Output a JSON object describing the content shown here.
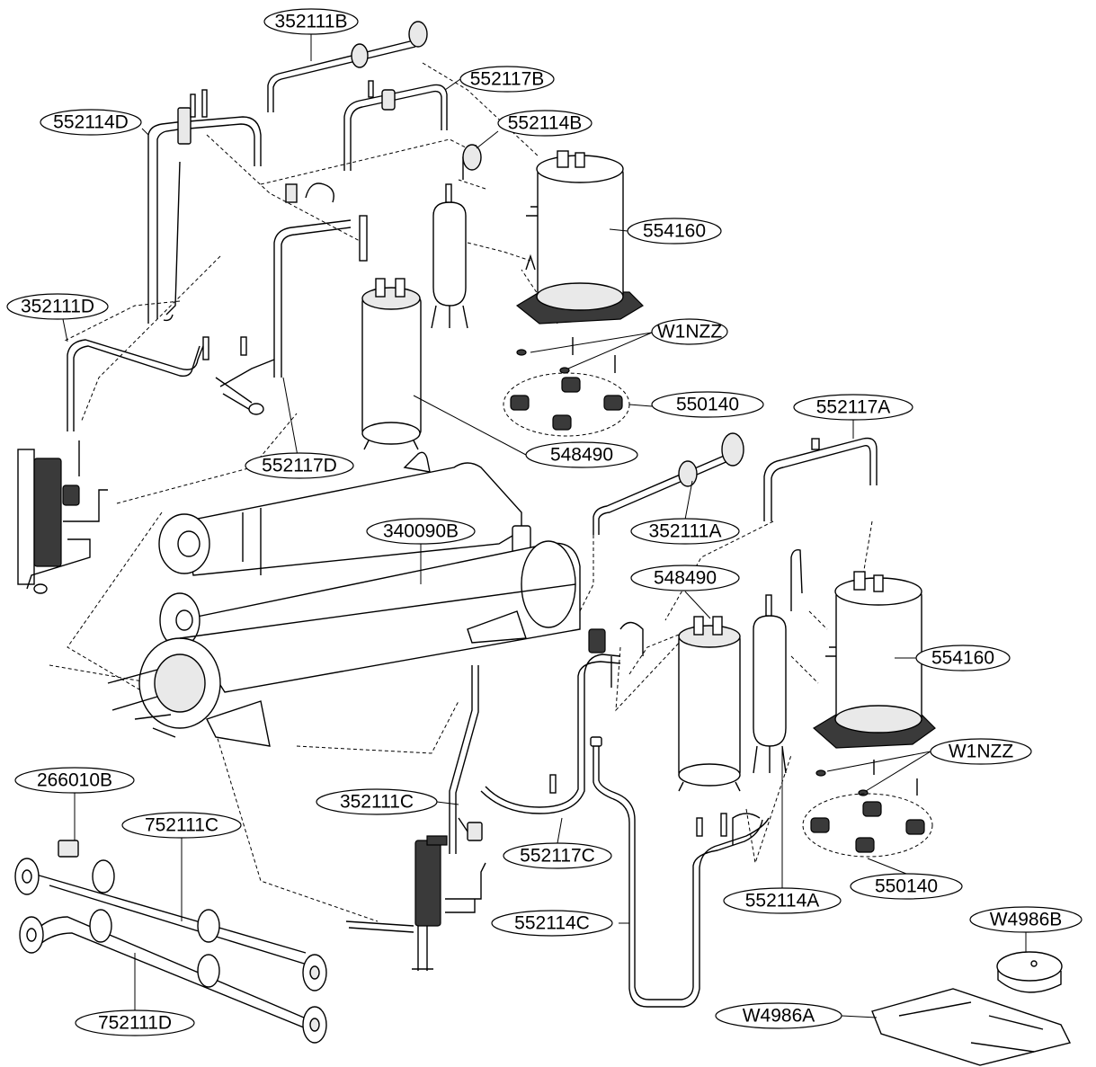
{
  "callouts": [
    {
      "id": "352111B",
      "text": "352111B"
    },
    {
      "id": "552117B",
      "text": "552117B"
    },
    {
      "id": "552114D",
      "text": "552114D"
    },
    {
      "id": "552114B",
      "text": "552114B"
    },
    {
      "id": "554160-top",
      "text": "554160"
    },
    {
      "id": "352111D",
      "text": "352111D"
    },
    {
      "id": "W1NZZ-top",
      "text": "W1NZZ"
    },
    {
      "id": "550140-top",
      "text": "550140"
    },
    {
      "id": "552117A",
      "text": "552117A"
    },
    {
      "id": "548490-top",
      "text": "548490"
    },
    {
      "id": "552117D",
      "text": "552117D"
    },
    {
      "id": "352111A",
      "text": "352111A"
    },
    {
      "id": "340090B",
      "text": "340090B"
    },
    {
      "id": "548490-bottom",
      "text": "548490"
    },
    {
      "id": "554160-bottom",
      "text": "554160"
    },
    {
      "id": "W1NZZ-bottom",
      "text": "W1NZZ"
    },
    {
      "id": "266010B",
      "text": "266010B"
    },
    {
      "id": "352111C",
      "text": "352111C"
    },
    {
      "id": "752111C",
      "text": "752111C"
    },
    {
      "id": "552117C",
      "text": "552117C"
    },
    {
      "id": "550140-bottom",
      "text": "550140"
    },
    {
      "id": "552114A",
      "text": "552114A"
    },
    {
      "id": "552114C",
      "text": "552114C"
    },
    {
      "id": "W4986B",
      "text": "W4986B"
    },
    {
      "id": "W4986A",
      "text": "W4986A"
    },
    {
      "id": "752111D",
      "text": "752111D"
    }
  ]
}
